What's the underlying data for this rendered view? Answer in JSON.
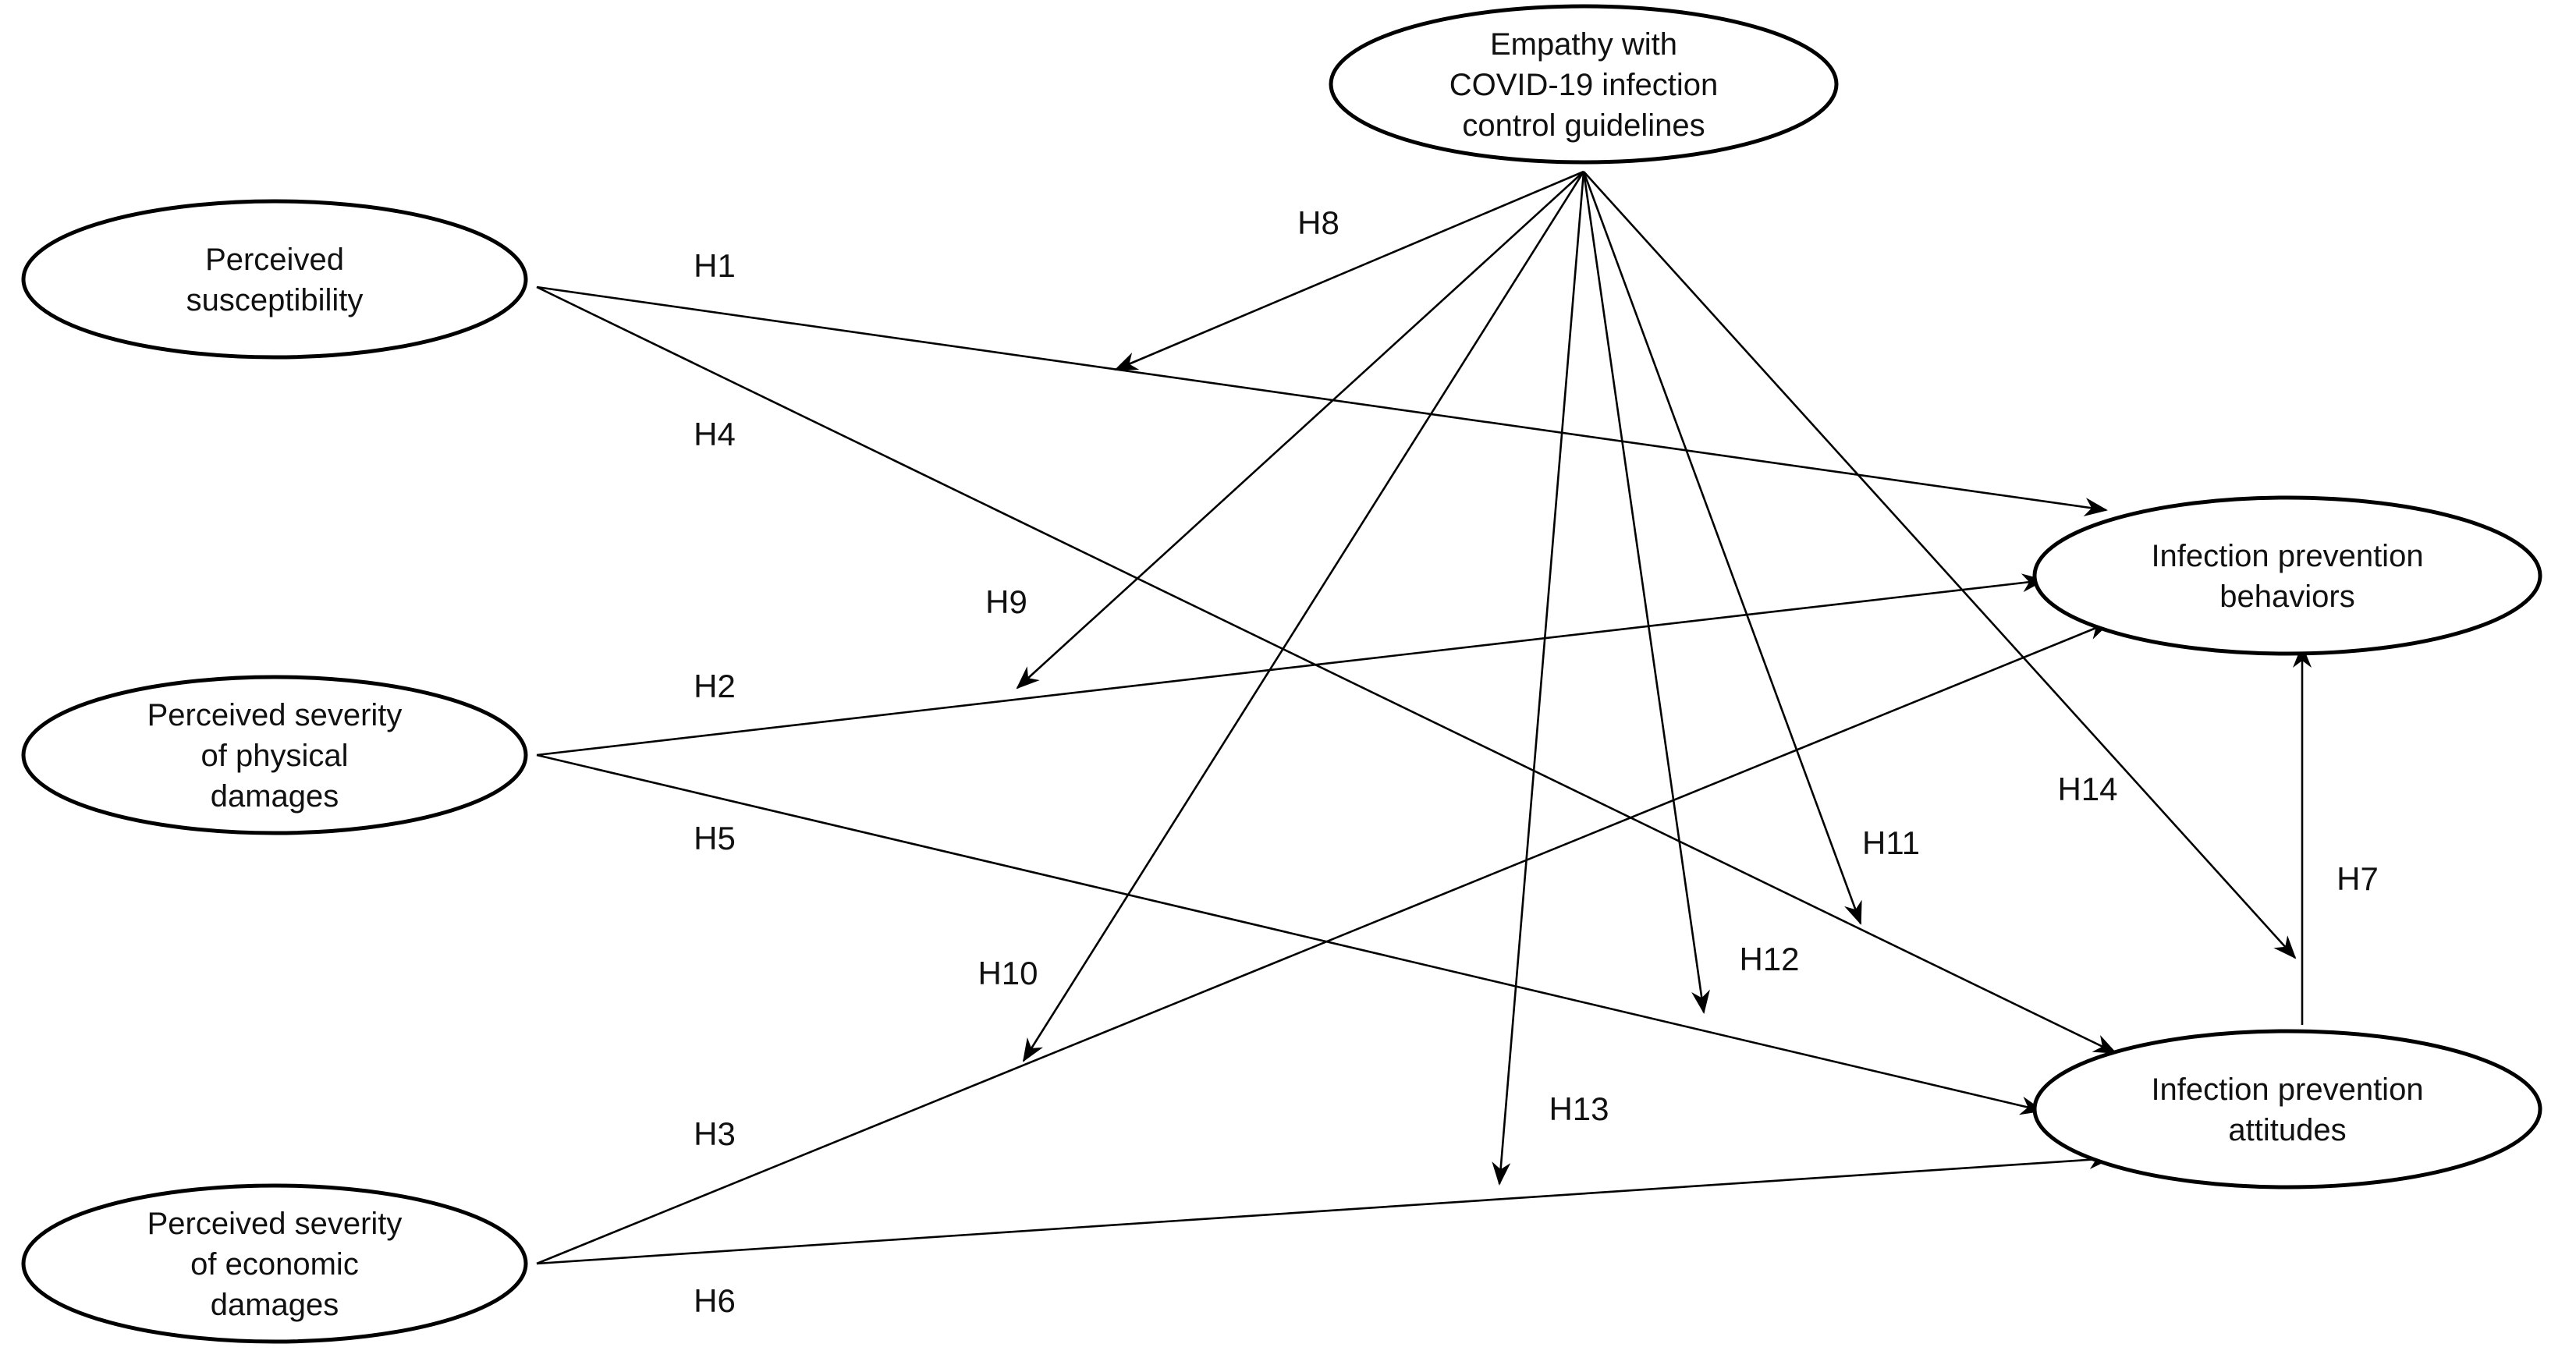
{
  "diagram": {
    "nodes": [
      {
        "id": "empathy",
        "lines": [
          "Empathy with",
          "COVID-19 infection",
          "control guidelines"
        ]
      },
      {
        "id": "susceptibility",
        "lines": [
          "Perceived",
          "susceptibility"
        ]
      },
      {
        "id": "physical",
        "lines": [
          "Perceived severity",
          "of physical",
          "damages"
        ]
      },
      {
        "id": "economic",
        "lines": [
          "Perceived severity",
          "of economic",
          "damages"
        ]
      },
      {
        "id": "behaviors",
        "lines": [
          "Infection prevention",
          "behaviors"
        ]
      },
      {
        "id": "attitudes",
        "lines": [
          "Infection prevention",
          "attitudes"
        ]
      }
    ],
    "edges": [
      {
        "id": "h1",
        "label": "H1",
        "from": "susceptibility",
        "to": "behaviors"
      },
      {
        "id": "h4",
        "label": "H4",
        "from": "susceptibility",
        "to": "attitudes"
      },
      {
        "id": "h2",
        "label": "H2",
        "from": "physical",
        "to": "behaviors"
      },
      {
        "id": "h5",
        "label": "H5",
        "from": "physical",
        "to": "attitudes"
      },
      {
        "id": "h3",
        "label": "H3",
        "from": "economic",
        "to": "behaviors"
      },
      {
        "id": "h6",
        "label": "H6",
        "from": "economic",
        "to": "attitudes"
      },
      {
        "id": "h7",
        "label": "H7",
        "from": "attitudes",
        "to": "behaviors"
      },
      {
        "id": "h8",
        "label": "H8",
        "from": "empathy",
        "to": "h1"
      },
      {
        "id": "h9",
        "label": "H9",
        "from": "empathy",
        "to": "h2"
      },
      {
        "id": "h10",
        "label": "H10",
        "from": "empathy",
        "to": "h3"
      },
      {
        "id": "h11",
        "label": "H11",
        "from": "empathy",
        "to": "h4"
      },
      {
        "id": "h12",
        "label": "H12",
        "from": "empathy",
        "to": "h5"
      },
      {
        "id": "h13",
        "label": "H13",
        "from": "empathy",
        "to": "h6"
      },
      {
        "id": "h14",
        "label": "H14",
        "from": "empathy",
        "to": "h7"
      }
    ]
  }
}
